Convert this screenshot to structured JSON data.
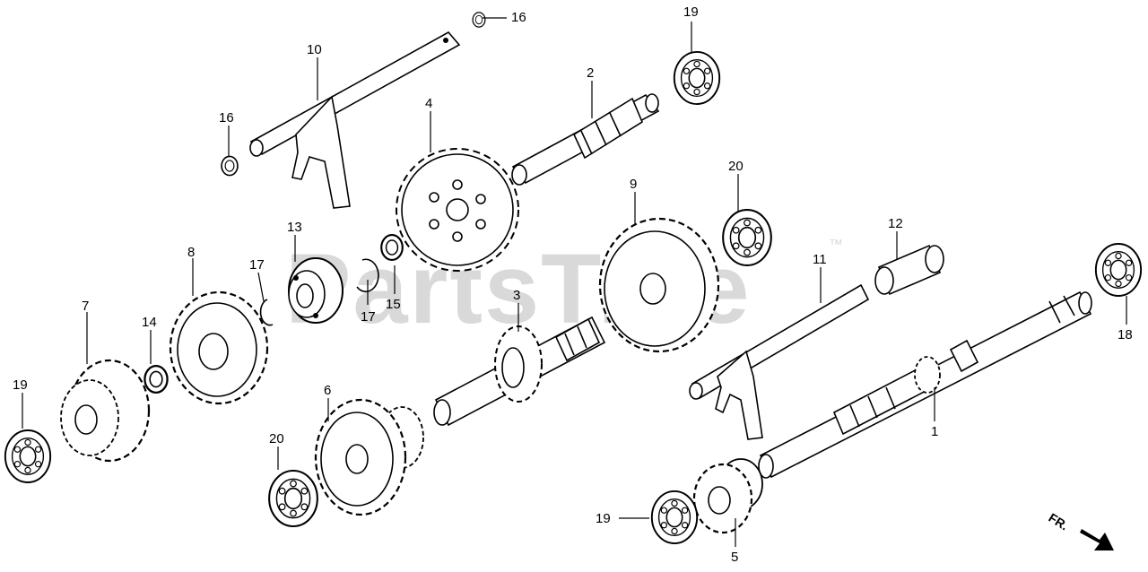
{
  "watermark": {
    "text": "PartsTree",
    "tm": "™"
  },
  "direction": {
    "label": "FR."
  },
  "parts": [
    {
      "id": "p1",
      "ref": "1"
    },
    {
      "id": "p2",
      "ref": "2"
    },
    {
      "id": "p3",
      "ref": "3"
    },
    {
      "id": "p4",
      "ref": "4"
    },
    {
      "id": "p5",
      "ref": "5"
    },
    {
      "id": "p6",
      "ref": "6"
    },
    {
      "id": "p7",
      "ref": "7"
    },
    {
      "id": "p8",
      "ref": "8"
    },
    {
      "id": "p9",
      "ref": "9"
    },
    {
      "id": "p10",
      "ref": "10"
    },
    {
      "id": "p11",
      "ref": "11"
    },
    {
      "id": "p12",
      "ref": "12"
    },
    {
      "id": "p13",
      "ref": "13"
    },
    {
      "id": "p14",
      "ref": "14"
    },
    {
      "id": "p15",
      "ref": "15"
    },
    {
      "id": "p16a",
      "ref": "16"
    },
    {
      "id": "p16b",
      "ref": "16"
    },
    {
      "id": "p17a",
      "ref": "17"
    },
    {
      "id": "p17b",
      "ref": "17"
    },
    {
      "id": "p18",
      "ref": "18"
    },
    {
      "id": "p19a",
      "ref": "19"
    },
    {
      "id": "p19b",
      "ref": "19"
    },
    {
      "id": "p19c",
      "ref": "19"
    },
    {
      "id": "p20a",
      "ref": "20"
    },
    {
      "id": "p20b",
      "ref": "20"
    }
  ]
}
